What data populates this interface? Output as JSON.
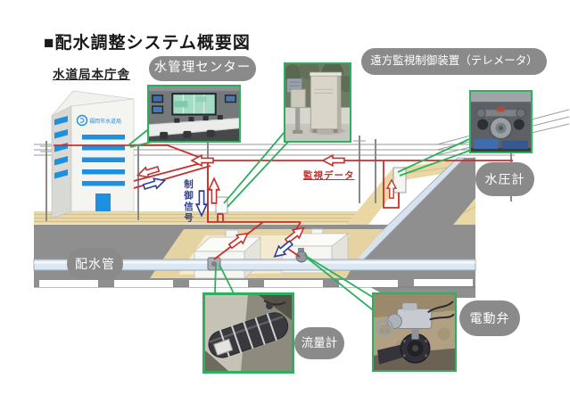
{
  "title": "■配水調整システム概要図",
  "building": {
    "label": "水道局本庁舎",
    "logo_text": "福岡市水道局"
  },
  "bubbles": {
    "water_management_center": "水管理センター",
    "telemeter": "遠方監視制御装置（テレメータ）",
    "pressure_gauge": "水圧計",
    "distribution_pipe": "配水管",
    "flow_meter": "流量計",
    "electric_valve": "電動弁"
  },
  "signals": {
    "monitoring_data": "監視データ",
    "control_signal": "制御信号"
  },
  "photos": {
    "control_room": "control-room-photo",
    "telemeter_cabinet": "telemeter-cabinet-photo",
    "pressure_gauge": "pressure-gauge-photo",
    "flow_meter": "flow-meter-photo",
    "electric_valve": "electric-valve-photo"
  },
  "colors": {
    "photo_border_green": "#2cb05e",
    "signal_red": "#c92f2b",
    "signal_blue": "#2b3f9e",
    "bubble_gray": "#8a8a8a",
    "building_blue": "#1e90e0",
    "road_gray": "#8f8f8f",
    "sidewalk_beige": "#e9d7a4",
    "soil_tan": "#e6d3a2",
    "pipe_blue": "#dbe7f2",
    "title_black": "#1a1a1a"
  }
}
